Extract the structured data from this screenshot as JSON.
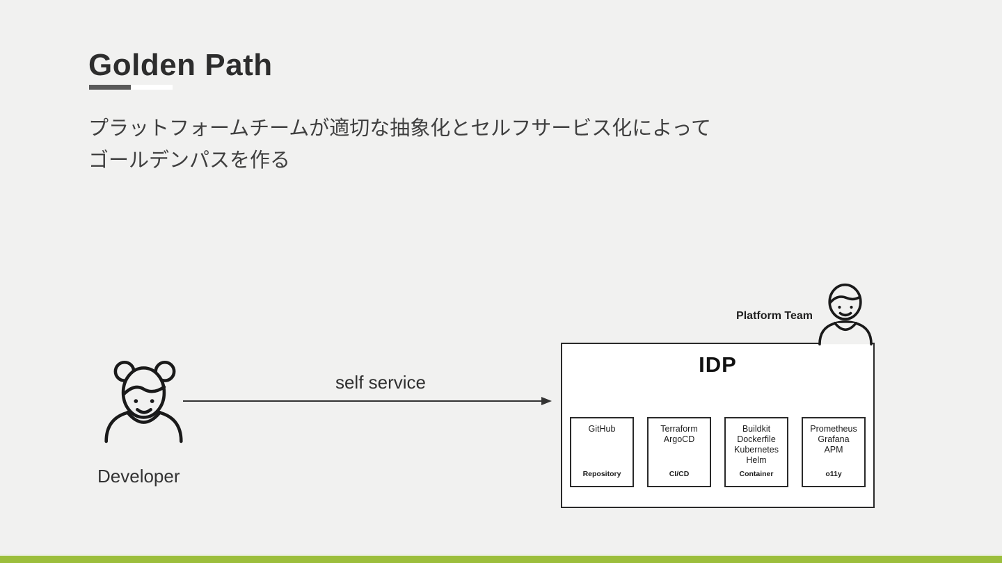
{
  "slide": {
    "title": "Golden Path",
    "subtitle_lines": [
      "プラットフォームチームが適切な抽象化とセルフサービス化によって",
      "ゴールデンパスを作る"
    ]
  },
  "diagram": {
    "developer": {
      "label": "Developer"
    },
    "arrow": {
      "label": "self service"
    },
    "platform_team": {
      "label": "Platform Team"
    },
    "idp": {
      "title": "IDP",
      "tools": [
        {
          "stack": "GitHub",
          "category": "Repository"
        },
        {
          "stack": "Terraform\nArgoCD",
          "category": "CI/CD"
        },
        {
          "stack": "Buildkit\nDockerfile\nKubernetes\nHelm",
          "category": "Container"
        },
        {
          "stack": "Prometheus\nGrafana\nAPM",
          "category": "o11y"
        }
      ]
    }
  },
  "colors": {
    "background": "#f1f1f0",
    "title_text": "#2d2d2d",
    "body_text": "#3f3f3f",
    "accent_bar_dark": "#595959",
    "accent_bar_white": "#ffffff",
    "box_border": "#2a2a2a",
    "box_fill": "#ffffff",
    "figure_stroke": "#1a1a1a",
    "bottom_bar_green": "#9cbe3c",
    "bottom_bar_light_edge": "#dfe9c6"
  }
}
